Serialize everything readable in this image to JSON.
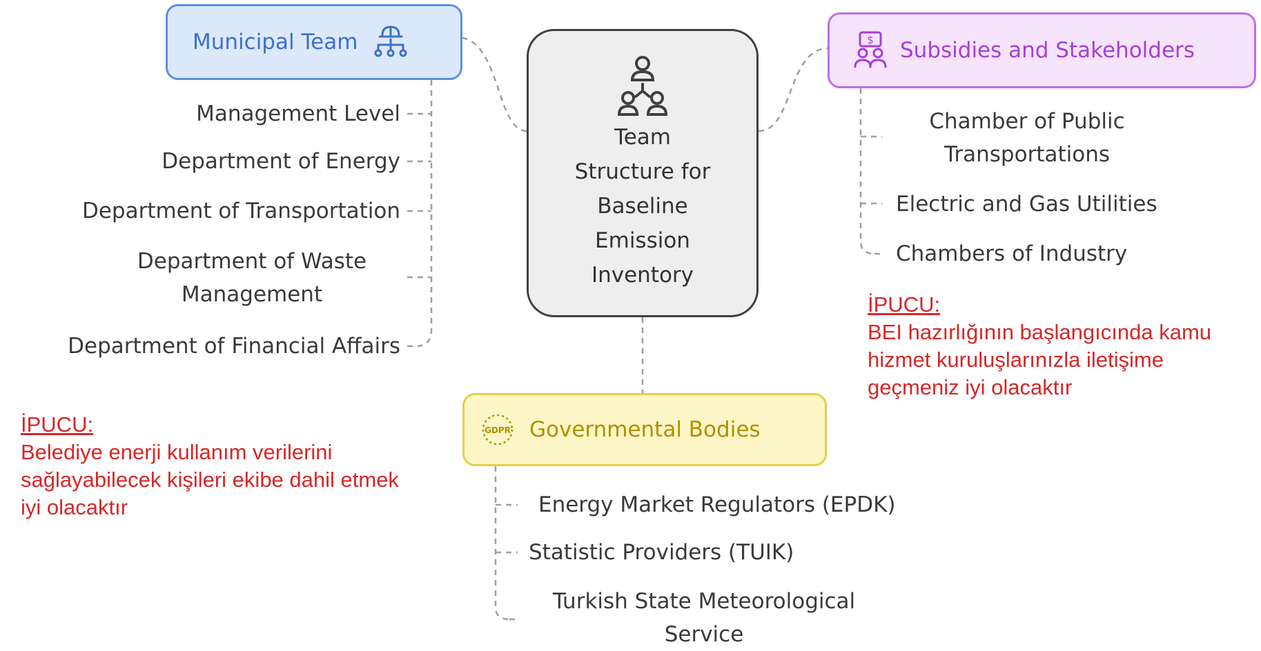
{
  "central": {
    "title_lines": [
      "Team",
      "Structure for",
      "Baseline",
      "Emission",
      "Inventory"
    ],
    "icon": "team-hierarchy-icon"
  },
  "municipal_team": {
    "label": "Municipal Team",
    "icon": "org-chart-helmet-icon",
    "color": "#5b8fe0",
    "items": [
      "Management Level",
      "Department of Energy",
      "Department of Transportation",
      "Department of Waste Management",
      "Department of Financial Affairs"
    ]
  },
  "subsidies": {
    "label": "Subsidies and Stakeholders",
    "icon": "funding-people-icon",
    "color": "#c06de8",
    "items": [
      "Chamber of Public Transportations",
      "Electric and Gas Utilities",
      "Chambers of Industry"
    ]
  },
  "governmental": {
    "label": "Governmental Bodies",
    "icon": "gdpr-badge-icon",
    "icon_text": "GDPR",
    "color": "#e3cf4a",
    "items": [
      "Energy Market Regulators (EPDK)",
      "Statistic Providers (TUIK)",
      "Turkish State Meteorological Service"
    ]
  },
  "tips": [
    {
      "title": "İPUCU:",
      "text": "BEI hazırlığının başlangıcında kamu hizmet kuruluşlarınızla iletişime geçmeniz iyi olacaktır"
    },
    {
      "title": "İPUCU:",
      "text": "Belediye enerji kullanım verilerini sağlayabilecek kişileri ekibe dahil etmek iyi olacaktır"
    }
  ],
  "colors": {
    "tip_text": "#d62728",
    "connector": "#9e9e9e"
  }
}
